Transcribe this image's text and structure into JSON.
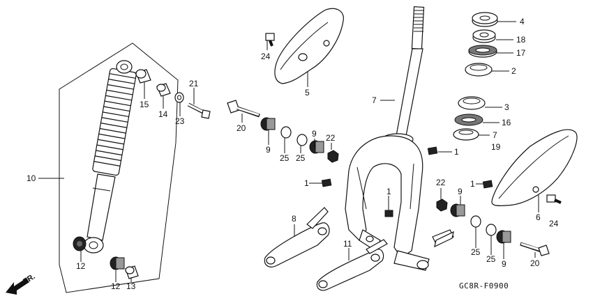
{
  "diagram": {
    "code": "GC8R-F0900",
    "direction_label": "FR.",
    "callouts": [
      {
        "id": "c4",
        "text": "4"
      },
      {
        "id": "c18",
        "text": "18"
      },
      {
        "id": "c17",
        "text": "17"
      },
      {
        "id": "c2",
        "text": "2"
      },
      {
        "id": "c3",
        "text": "3"
      },
      {
        "id": "c16",
        "text": "16"
      },
      {
        "id": "c7b",
        "text": "7"
      },
      {
        "id": "c19",
        "text": "19"
      },
      {
        "id": "c1a",
        "text": "1"
      },
      {
        "id": "c1b",
        "text": "1"
      },
      {
        "id": "c1c",
        "text": "1"
      },
      {
        "id": "c1d",
        "text": "1"
      },
      {
        "id": "c6",
        "text": "6"
      },
      {
        "id": "c24b",
        "text": "24"
      },
      {
        "id": "c24a",
        "text": "24"
      },
      {
        "id": "c5",
        "text": "5"
      },
      {
        "id": "c7a",
        "text": "7"
      },
      {
        "id": "c21",
        "text": "21"
      },
      {
        "id": "c15",
        "text": "15"
      },
      {
        "id": "c14",
        "text": "14"
      },
      {
        "id": "c23",
        "text": "23"
      },
      {
        "id": "c20a",
        "text": "20"
      },
      {
        "id": "c9a",
        "text": "9"
      },
      {
        "id": "c25a",
        "text": "25"
      },
      {
        "id": "c25b",
        "text": "25"
      },
      {
        "id": "c9b",
        "text": "9"
      },
      {
        "id": "c22a",
        "text": "22"
      },
      {
        "id": "c10",
        "text": "10"
      },
      {
        "id": "c8",
        "text": "8"
      },
      {
        "id": "c11",
        "text": "11"
      },
      {
        "id": "c22b",
        "text": "22"
      },
      {
        "id": "c9c",
        "text": "9"
      },
      {
        "id": "c25c",
        "text": "25"
      },
      {
        "id": "c25d",
        "text": "25"
      },
      {
        "id": "c9d",
        "text": "9"
      },
      {
        "id": "c20b",
        "text": "20"
      },
      {
        "id": "c12a",
        "text": "12"
      },
      {
        "id": "c12b",
        "text": "12"
      },
      {
        "id": "c13",
        "text": "13"
      }
    ]
  }
}
